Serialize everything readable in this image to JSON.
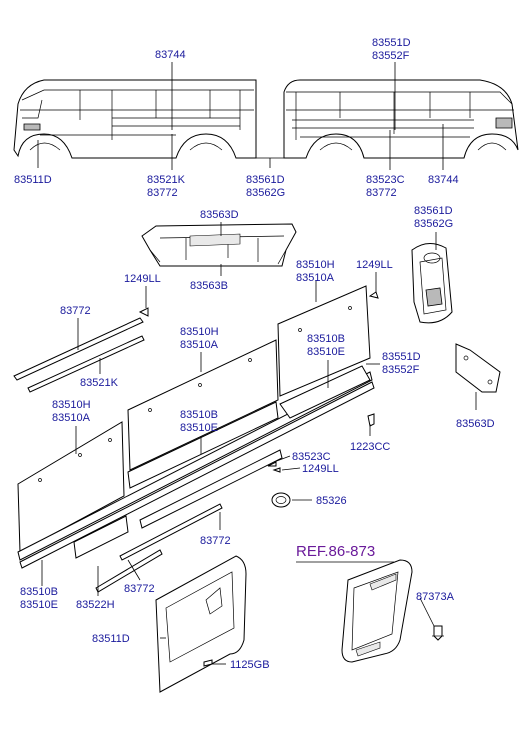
{
  "labels": {
    "top_83744": "83744",
    "top_83551d": "83551D",
    "top_83552f": "83552F",
    "top_83511d": "83511D",
    "top_83521k": "83521K",
    "top_83772a": "83772",
    "top_83561d": "83561D",
    "top_83562g": "83562G",
    "top_83523c": "83523C",
    "top_83772b": "83772",
    "top_83744b": "83744",
    "p_83563d_top": "83563D",
    "p_83563b": "83563B",
    "p_83561d_r": "83561D",
    "p_83562g_r": "83562G",
    "p_1249ll_a": "1249LL",
    "p_1249ll_b": "1249LL",
    "p_83510h_a": "83510H",
    "p_83510a_a": "83510A",
    "p_83772_a": "83772",
    "p_83521k": "83521K",
    "p_83510h_b": "83510H",
    "p_83510a_b": "83510A",
    "p_83510b_a": "83510B",
    "p_83510e_a": "83510E",
    "p_83551d": "83551D",
    "p_83552f": "83552F",
    "p_83563d_r": "83563D",
    "p_83510h_c": "83510H",
    "p_83510a_c": "83510A",
    "p_83510b_b": "83510B",
    "p_83510e_b": "83510E",
    "p_1223cc": "1223CC",
    "p_83523c": "83523C",
    "p_1249ll_c": "1249LL",
    "p_85326": "85326",
    "p_83772_b": "83772",
    "p_83772_c": "83772",
    "p_83510b_c": "83510B",
    "p_83510e_c": "83510E",
    "p_83522h": "83522H",
    "p_83511d": "83511D",
    "p_1125gb": "1125GB",
    "ref": "REF.86-873",
    "p_87373a": "87373A"
  },
  "colors": {
    "label": "#1a1a9c",
    "ref": "#6a1a9a",
    "line": "#000000"
  }
}
